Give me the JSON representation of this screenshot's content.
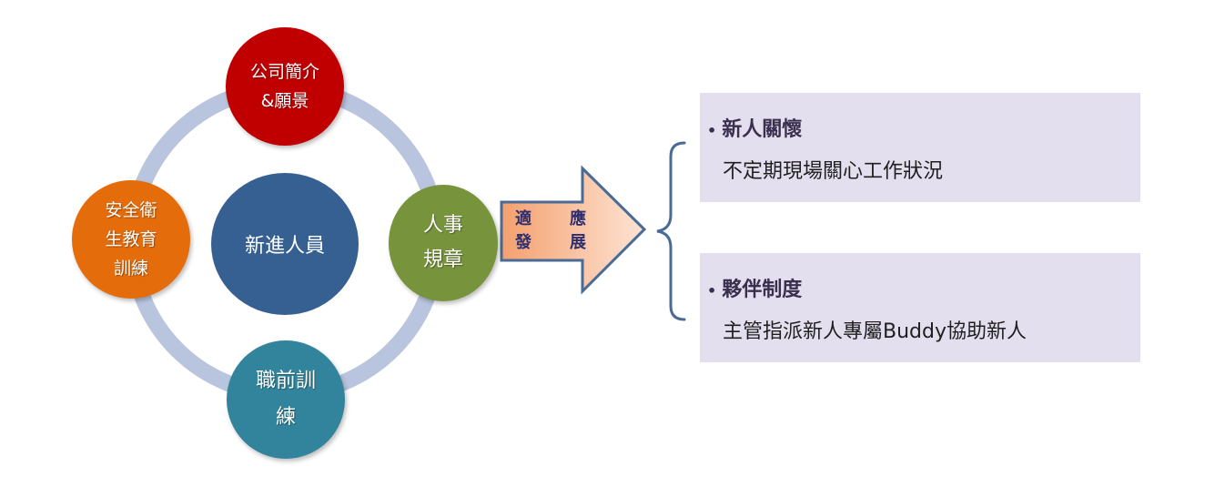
{
  "center": {
    "label": "新進人員"
  },
  "nodes": {
    "top": "公司簡介\n&願景",
    "left": "安全衛\n生教育\n訓練",
    "right": "人事\n規章",
    "bottom": "職前訓\n練"
  },
  "arrow": {
    "chars": [
      "適",
      "應",
      "發",
      "展"
    ]
  },
  "boxes": [
    {
      "bullet": "•",
      "title": "新人關懷",
      "text": "不定期現場關心工作狀況"
    },
    {
      "bullet": "•",
      "title": "夥伴制度",
      "text": "主管指派新人專屬Buddy協助新人"
    }
  ],
  "colors": {
    "ring": "#b9c5de",
    "top": "#c00000",
    "left": "#e46c0a",
    "right": "#77933c",
    "bottom": "#31849b",
    "center": "#376092",
    "arrow_fill_start": "#f4a06e",
    "arrow_fill_end": "#fde4d4",
    "arrow_stroke": "#4a6b96",
    "brace": "#4a6b96",
    "box_bg": "#e3dfee"
  }
}
